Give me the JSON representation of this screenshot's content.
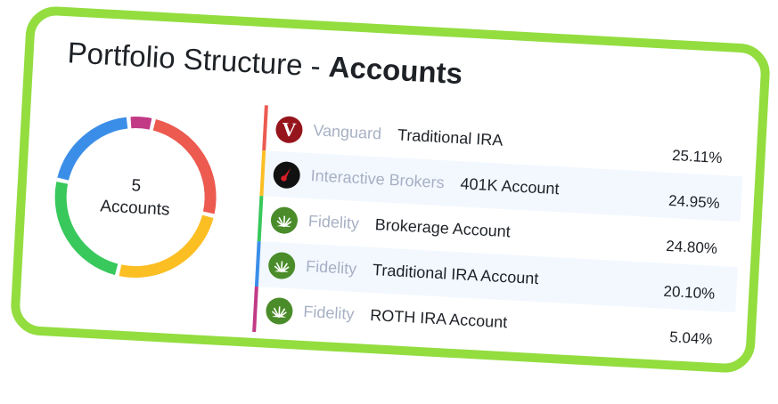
{
  "title_prefix": "Portfolio Structure - ",
  "title_bold": "Accounts",
  "summary": {
    "count": "5",
    "label": "Accounts"
  },
  "accounts": [
    {
      "broker": "Vanguard",
      "account": "Traditional IRA",
      "percent": "25.11%",
      "value": 25.11,
      "color": "#ec5a50",
      "logo_icon": "vanguard-logo-icon",
      "logo_text": "V"
    },
    {
      "broker": "Interactive Brokers",
      "account": "401K Account",
      "percent": "24.95%",
      "value": 24.95,
      "color": "#fbbf24",
      "logo_icon": "interactive-brokers-logo-icon"
    },
    {
      "broker": "Fidelity",
      "account": "Brokerage Account",
      "percent": "24.80%",
      "value": 24.8,
      "color": "#38c85c",
      "logo_icon": "fidelity-logo-icon"
    },
    {
      "broker": "Fidelity",
      "account": "Traditional IRA Account",
      "percent": "20.10%",
      "value": 20.1,
      "color": "#3b8ee8",
      "logo_icon": "fidelity-logo-icon"
    },
    {
      "broker": "Fidelity",
      "account": "ROTH IRA Account",
      "percent": "5.04%",
      "value": 5.04,
      "color": "#c23a86",
      "logo_icon": "fidelity-logo-icon"
    }
  ],
  "colors": {
    "frame": "#93dd3f",
    "muted_text": "#a7b0c4",
    "text": "#1e2227",
    "alt_row": "#f2f8fe"
  }
}
